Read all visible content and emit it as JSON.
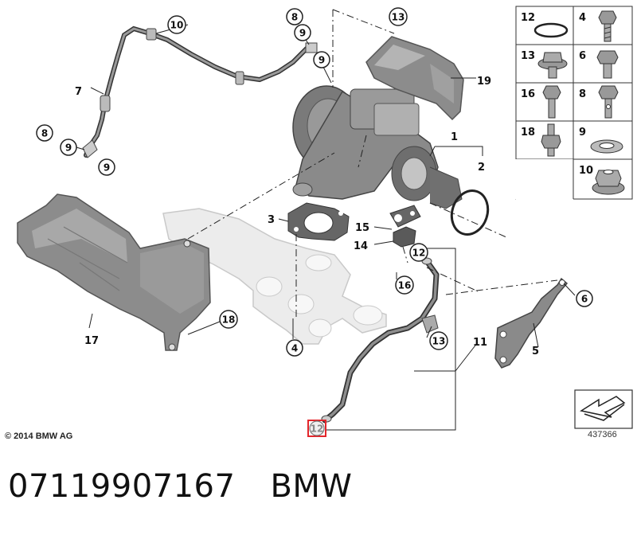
{
  "diagram": {
    "copyright": "© 2014 BMW AG",
    "diagram_id": "437366",
    "highlighted_callout": "12",
    "callouts": {
      "c10_top": "10",
      "c8_top": "8",
      "c9_top_a": "9",
      "c9_top_b": "9",
      "c13_top": "13",
      "c8_left": "8",
      "c9_left_a": "9",
      "c9_left_b": "9",
      "c18": "18",
      "c4": "4",
      "c12_mid": "12",
      "c16_mid": "16",
      "c13_mid": "13",
      "c6": "6",
      "c12_bottom": "12"
    },
    "labels": {
      "l7": "7",
      "l19": "19",
      "l1": "1",
      "l2": "2",
      "l3": "3",
      "l15": "15",
      "l14": "14",
      "l17": "17",
      "l11": "11",
      "l5": "5"
    },
    "parts_table": [
      {
        "number": "12",
        "icon": "o-ring-icon"
      },
      {
        "number": "4",
        "icon": "hex-bolt-icon"
      },
      {
        "number": "13",
        "icon": "flange-bolt-icon"
      },
      {
        "number": "6",
        "icon": "hex-bolt-icon"
      },
      {
        "number": "16",
        "icon": "long-bolt-icon"
      },
      {
        "number": "8",
        "icon": "banjo-bolt-icon"
      },
      {
        "number": "18",
        "icon": "stud-bolt-icon"
      },
      {
        "number": "9",
        "icon": "sealing-washer-icon"
      },
      {
        "number": "10",
        "icon": "flange-nut-icon"
      }
    ]
  },
  "footer": {
    "part_number": "07119907167",
    "brand": "BMW"
  }
}
